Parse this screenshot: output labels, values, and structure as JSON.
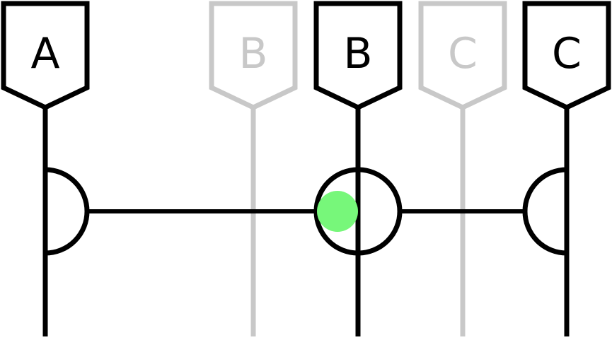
{
  "colors": {
    "active": "#000000",
    "inactive": "#c8c8c8",
    "background": "#ffffff",
    "marker": "#77f77a"
  },
  "wires": [
    {
      "id": "wire-a",
      "label": "A",
      "state": "active"
    },
    {
      "id": "wire-b-ghost",
      "label": "B",
      "state": "inactive"
    },
    {
      "id": "wire-b",
      "label": "B",
      "state": "active"
    },
    {
      "id": "wire-c-ghost",
      "label": "C",
      "state": "inactive"
    },
    {
      "id": "wire-c",
      "label": "C",
      "state": "active"
    }
  ],
  "gates": [
    {
      "id": "gate-a",
      "wire": "A",
      "shape": "half-circle-right"
    },
    {
      "id": "gate-b",
      "wire": "B",
      "shape": "full-circle"
    },
    {
      "id": "gate-c",
      "wire": "C",
      "shape": "half-circle-left"
    }
  ],
  "connections": [
    {
      "from": "A",
      "to": "B"
    },
    {
      "from": "B",
      "to": "C"
    }
  ],
  "highlight": {
    "on": "B",
    "color_name": "green",
    "shape": "dot"
  }
}
